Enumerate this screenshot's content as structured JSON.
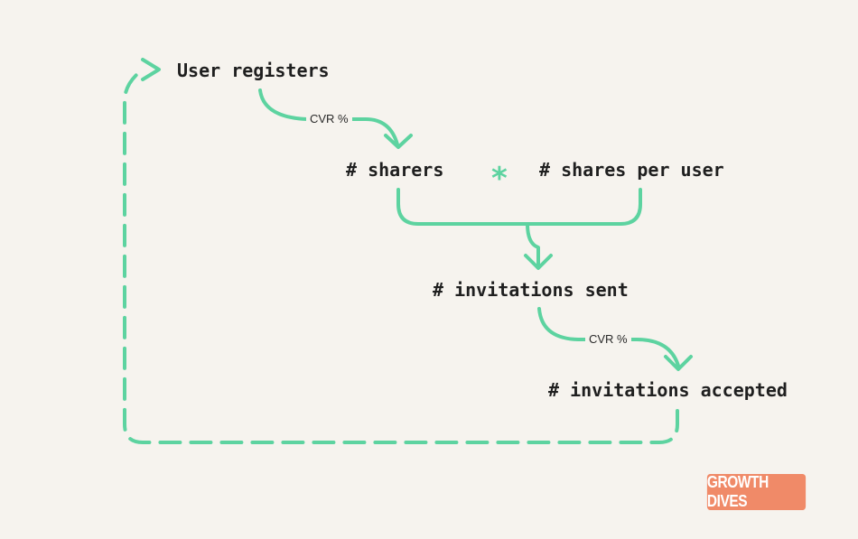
{
  "diagram": {
    "nodes": {
      "user_registers": "User registers",
      "sharers": "# sharers",
      "shares_per_user": "# shares per user",
      "invitations_sent": "# invitations sent",
      "invitations_accepted": "# invitations accepted"
    },
    "operator": "*",
    "edge_labels": {
      "registers_to_sharers": "CVR %",
      "sent_to_accepted": "CVR %"
    },
    "accent_color": "#5dd3a0"
  },
  "brand": {
    "logo_text": "GROWTH DIVES",
    "logo_color": "#f08a68"
  }
}
